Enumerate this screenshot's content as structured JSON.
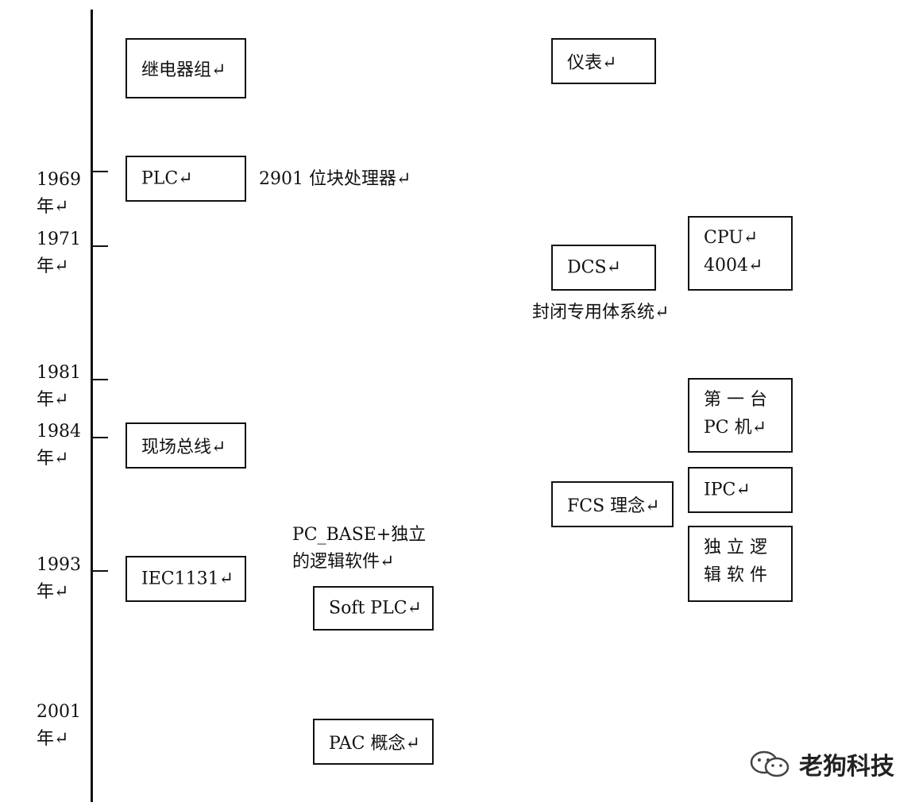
{
  "timeline": {
    "years": [
      {
        "label": "1969\n年↵"
      },
      {
        "label": "1971\n年↵"
      },
      {
        "label": "1981\n年↵"
      },
      {
        "label": "1984\n年↵"
      },
      {
        "label": "1993\n年↵"
      },
      {
        "label": "2001\n年↵"
      }
    ]
  },
  "boxes": {
    "relay_group": "继电器组↵",
    "plc": "PLC↵",
    "fieldbus": "现场总线↵",
    "iec1131": "IEC1131↵",
    "soft_plc": "Soft PLC↵",
    "pac": "PAC 概念↵",
    "instrument": "仪表↵",
    "dcs": "DCS↵",
    "cpu4004": "CPU↵\n4004↵",
    "fcs": "FCS 理念↵",
    "first_pc": "第 一 台\nPC 机↵",
    "ipc": "IPC↵",
    "indep_logic": "独 立 逻\n辑 软 件"
  },
  "labels": {
    "processor_2901": "2901 位块处理器↵",
    "closed_system": "封闭专用体系统↵",
    "pc_base": "PC_BASE+独立\n的逻辑软件↵"
  },
  "watermark": {
    "text": "老狗科技"
  }
}
